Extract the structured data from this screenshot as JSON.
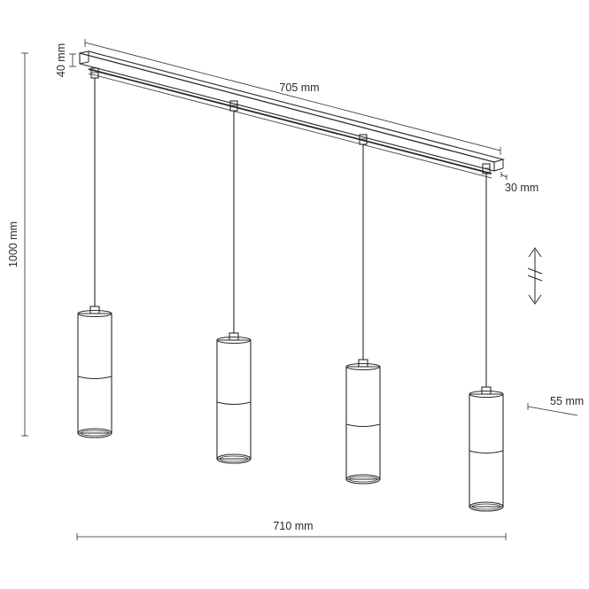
{
  "dimensions": {
    "bar_length": "705 mm",
    "bar_height": "40 mm",
    "bar_depth": "30 mm",
    "total_height": "1000 mm",
    "shade_diameter": "55 mm",
    "total_width": "710 mm"
  },
  "adjustable_symbol": "↕",
  "pendant_count": 4
}
